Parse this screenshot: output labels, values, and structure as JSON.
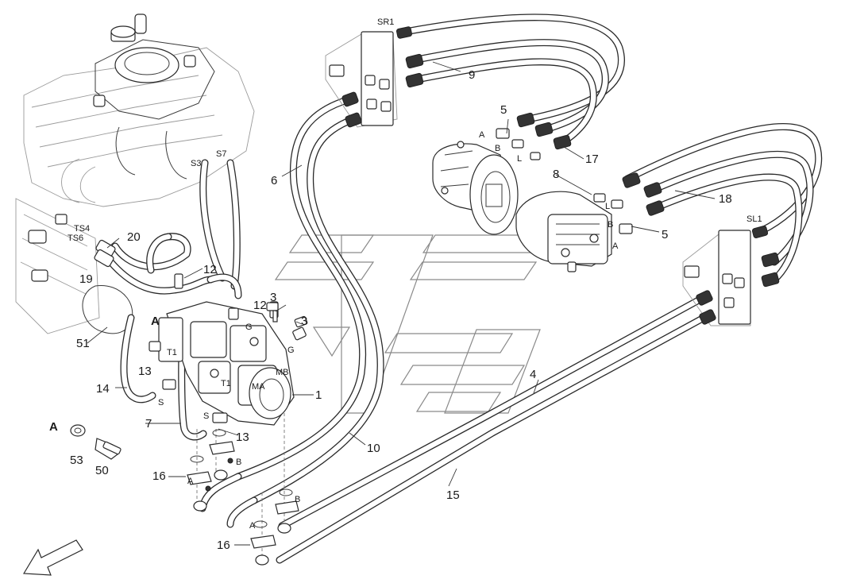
{
  "diagram": {
    "labels": {
      "sr1": "SR1",
      "sl1": "SL1",
      "s3": "S3",
      "s7": "S7",
      "ts4": "TS4",
      "ts6": "TS6",
      "n1": "1",
      "n3a": "3",
      "n3b": "3",
      "n4": "4",
      "n5a": "5",
      "n5b": "5",
      "n6": "6",
      "n7": "7",
      "n8": "8",
      "n9": "9",
      "n10": "10",
      "n12a": "12",
      "n12b": "12",
      "n13a": "13",
      "n13b": "13",
      "n14": "14",
      "n15": "15",
      "n16a": "16",
      "n16b": "16",
      "n17": "17",
      "n18": "18",
      "n19": "19",
      "n20": "20",
      "n50": "50",
      "n51": "51",
      "n53": "53",
      "refA1": "A",
      "refA2": "A",
      "portA1": "A",
      "portB1": "B",
      "portL1": "L",
      "portL2": "L",
      "portB2": "B",
      "portA2": "A",
      "g1": "G",
      "g2": "G",
      "t1a": "T1",
      "t1b": "T1",
      "ma": "MA",
      "mb": "MB",
      "s1": "S",
      "s2": "S",
      "clampA1": "A",
      "clampB1": "B",
      "clampA2": "A",
      "clampB2": "B"
    }
  }
}
